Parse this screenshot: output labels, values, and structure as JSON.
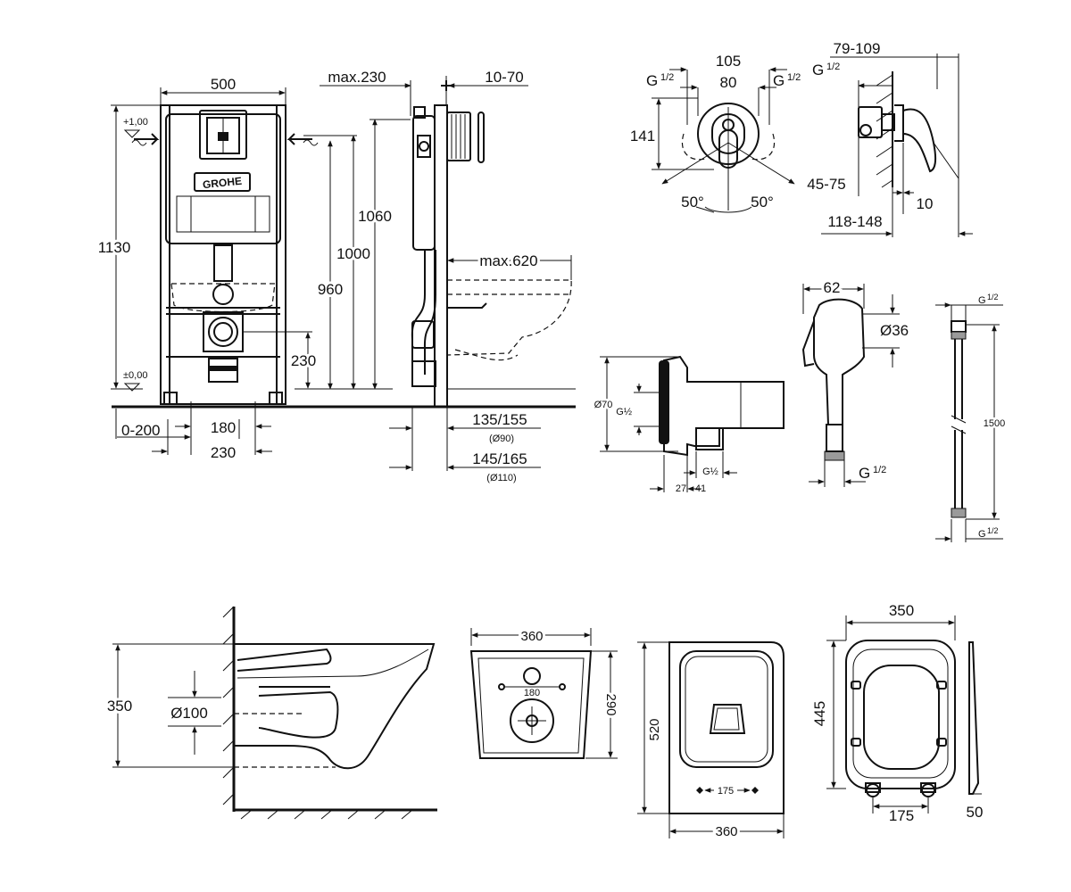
{
  "installation_frame": {
    "logo": "GROHE",
    "width": "500",
    "max_depth": "max.230",
    "frame_gap": "10-70",
    "height_total": "1130",
    "level_top": "+1,00",
    "level_zero": "±0,00",
    "h_1060": "1060",
    "h_1000": "1000",
    "h_960": "960",
    "h_230": "230",
    "max_620": "max.620",
    "offset_0_200": "0-200",
    "dim_180": "180",
    "dim_230": "230",
    "pipe_1_main": "135/155",
    "pipe_1_sub": "(Ø90)",
    "pipe_2_main": "145/165",
    "pipe_2_sub": "(Ø110)"
  },
  "mixer_front": {
    "w105": "105",
    "w80": "80",
    "g_left": "G",
    "g_right": "G",
    "frac": "1/2",
    "h141": "141",
    "angle_left": "50°",
    "angle_right": "50°",
    "range_45_75": "45-75"
  },
  "mixer_side": {
    "d79_109": "79-109",
    "g": "G",
    "frac": "1/2",
    "d10": "10",
    "d118_148": "118-148"
  },
  "wall_connector": {
    "d70": "Ø70",
    "g_half": "G½",
    "g_half_bottom": "G½",
    "range_27_41": "27 - 41"
  },
  "hand_shower": {
    "w62": "62",
    "d36": "Ø36",
    "g": "G",
    "frac": "1/2"
  },
  "hose": {
    "g_top": "G",
    "g_bottom": "G",
    "frac": "1/2",
    "length": "1500"
  },
  "toilet_side": {
    "height": "350",
    "outlet": "Ø100"
  },
  "toilet_back": {
    "width": "360",
    "height": "290",
    "bolt_spacing": "180"
  },
  "toilet_top": {
    "length": "520",
    "width": "360",
    "bolt_spacing": "175"
  },
  "toilet_seat": {
    "width": "350",
    "length": "445",
    "hinge_spacing": "175",
    "thickness": "50"
  }
}
